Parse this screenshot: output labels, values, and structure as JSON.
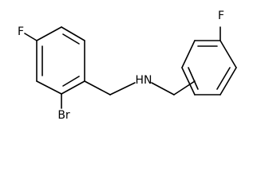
{
  "molecule": {
    "atoms": {
      "fluorine_left": "F",
      "bromine": "Br",
      "amine": "HN",
      "fluorine_right": "F"
    }
  }
}
